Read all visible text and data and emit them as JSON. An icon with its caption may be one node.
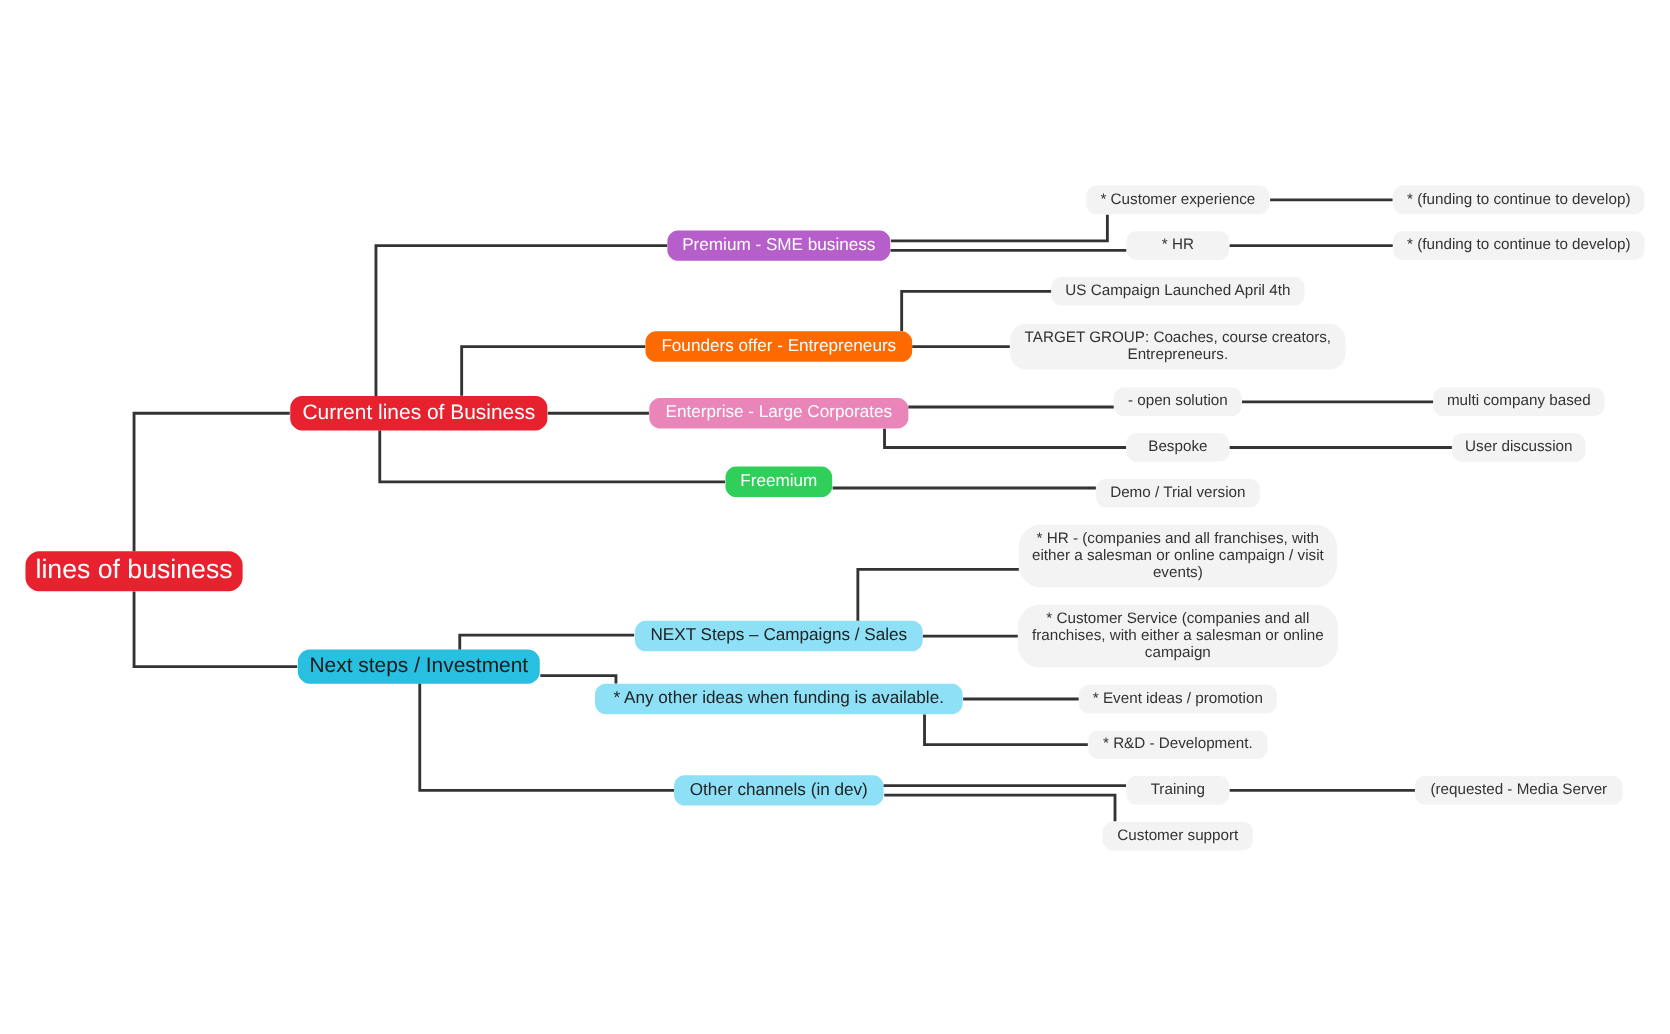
{
  "diagram": {
    "nodes": [
      {
        "text": [
          "lines of business"
        ]
      },
      {
        "text": [
          "Current lines of Business"
        ]
      },
      {
        "text": [
          "Premium - SME business"
        ]
      },
      {
        "text": [
          "* Customer experience"
        ]
      },
      {
        "text": [
          "* (funding to continue to develop)"
        ]
      },
      {
        "text": [
          "* HR"
        ]
      },
      {
        "text": [
          "* (funding to continue to develop)"
        ]
      },
      {
        "text": [
          "Founders offer - Entrepreneurs"
        ]
      },
      {
        "text": [
          "US Campaign Launched April 4th"
        ]
      },
      {
        "text": [
          "TARGET GROUP: Coaches, course creators, Entrepreneurs."
        ]
      },
      {
        "text": [
          "Enterprise - Large Corporates"
        ]
      },
      {
        "text": [
          "- open solution"
        ]
      },
      {
        "text": [
          "multi company based"
        ]
      },
      {
        "text": [
          "Bespoke"
        ]
      },
      {
        "text": [
          "User discussion"
        ]
      },
      {
        "text": [
          "Freemium"
        ]
      },
      {
        "text": [
          "Demo / Trial version"
        ]
      },
      {
        "text": [
          "Next steps / Investment"
        ]
      },
      {
        "text": [
          "NEXT Steps – Campaigns / Sales"
        ]
      },
      {
        "text": [
          "* HR - (companies and all franchises, with either a salesman or online campaign / visit events)"
        ]
      },
      {
        "text": [
          "* Customer Service (companies and all franchises, with either a salesman or online campaign"
        ]
      },
      {
        "text": [
          "* Any other ideas when funding is available."
        ]
      },
      {
        "text": [
          "* Event ideas / promotion"
        ]
      },
      {
        "text": [
          "* R&D - Development."
        ]
      },
      {
        "text": [
          "Other channels (in dev)"
        ]
      },
      {
        "text": [
          "Training"
        ]
      },
      {
        "text": [
          "(requested - Media Server"
        ]
      },
      {
        "text": [
          "Customer support"
        ]
      }
    ],
    "edges": [
      {
        "from": 0,
        "to": 1,
        "arrow": "none"
      },
      {
        "from": 1,
        "to": 2,
        "arrow": "none"
      },
      {
        "from": 2,
        "to": 3,
        "arrow": "none"
      },
      {
        "from": 3,
        "to": 4,
        "arrow": "none"
      },
      {
        "from": 2,
        "to": 5,
        "arrow": "none"
      },
      {
        "from": 5,
        "to": 6,
        "arrow": "none"
      },
      {
        "from": 1,
        "to": 7,
        "arrow": "none"
      },
      {
        "from": 7,
        "to": 8,
        "arrow": "none"
      },
      {
        "from": 7,
        "to": 9,
        "arrow": "none"
      },
      {
        "from": 1,
        "to": 10,
        "arrow": "none"
      },
      {
        "from": 10,
        "to": 11,
        "arrow": "none"
      },
      {
        "from": 11,
        "to": 12,
        "arrow": "none"
      },
      {
        "from": 10,
        "to": 13,
        "arrow": "none"
      },
      {
        "from": 13,
        "to": 14,
        "arrow": "none"
      },
      {
        "from": 1,
        "to": 15,
        "arrow": "none"
      },
      {
        "from": 15,
        "to": 16,
        "arrow": "none"
      },
      {
        "from": 0,
        "to": 17,
        "arrow": "none"
      },
      {
        "from": 17,
        "to": 18,
        "arrow": "none"
      },
      {
        "from": 18,
        "to": 19,
        "arrow": "none"
      },
      {
        "from": 18,
        "to": 20,
        "arrow": "none"
      },
      {
        "from": 17,
        "to": 21,
        "arrow": "none"
      },
      {
        "from": 21,
        "to": 22,
        "arrow": "none"
      },
      {
        "from": 21,
        "to": 23,
        "arrow": "none"
      },
      {
        "from": 17,
        "to": 24,
        "arrow": "none"
      },
      {
        "from": 24,
        "to": 25,
        "arrow": "none"
      },
      {
        "from": 25,
        "to": 26,
        "arrow": "none"
      },
      {
        "from": 24,
        "to": 27,
        "arrow": "none"
      }
    ]
  }
}
